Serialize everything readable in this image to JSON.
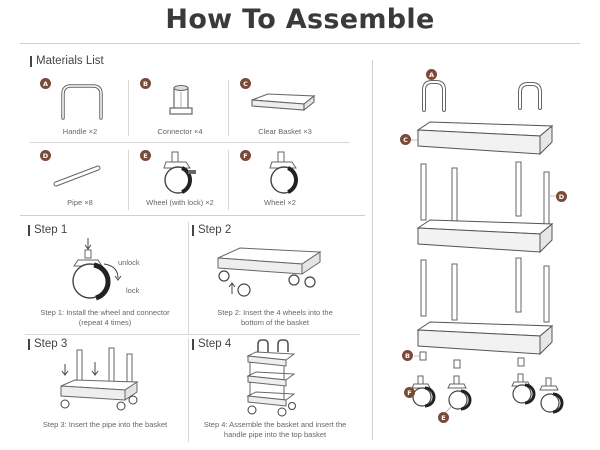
{
  "title": "How To Assemble",
  "materials": {
    "heading": "Materials List",
    "items": [
      {
        "badge": "A",
        "caption": "Handle ×2"
      },
      {
        "badge": "B",
        "caption": "Connector ×4"
      },
      {
        "badge": "C",
        "caption": "Clear Basket ×3"
      },
      {
        "badge": "D",
        "caption": "Pipe ×8"
      },
      {
        "badge": "E",
        "caption": "Wheel (with lock) ×2"
      },
      {
        "badge": "F",
        "caption": "Wheel ×2"
      }
    ]
  },
  "steps": [
    {
      "heading": "Step 1",
      "caption": "Step 1: Install the wheel and connector\n(repeat 4 times)",
      "unlock_label": "unlock",
      "lock_label": "lock"
    },
    {
      "heading": "Step 2",
      "caption": "Step 2: Insert the 4 wheels into the\nbottom of the basket"
    },
    {
      "heading": "Step 3",
      "caption": "Step 3: Insert the pipe into the basket"
    },
    {
      "heading": "Step 4",
      "caption": "Step 4: Assemble the basket and insert the\nhandle pipe into the top basket"
    }
  ],
  "diagram": {
    "badges": [
      "A",
      "C",
      "D",
      "B",
      "F",
      "E"
    ]
  },
  "colors": {
    "badge": "#7a4a36",
    "line": "#555555",
    "divider": "#cfcfcf"
  }
}
